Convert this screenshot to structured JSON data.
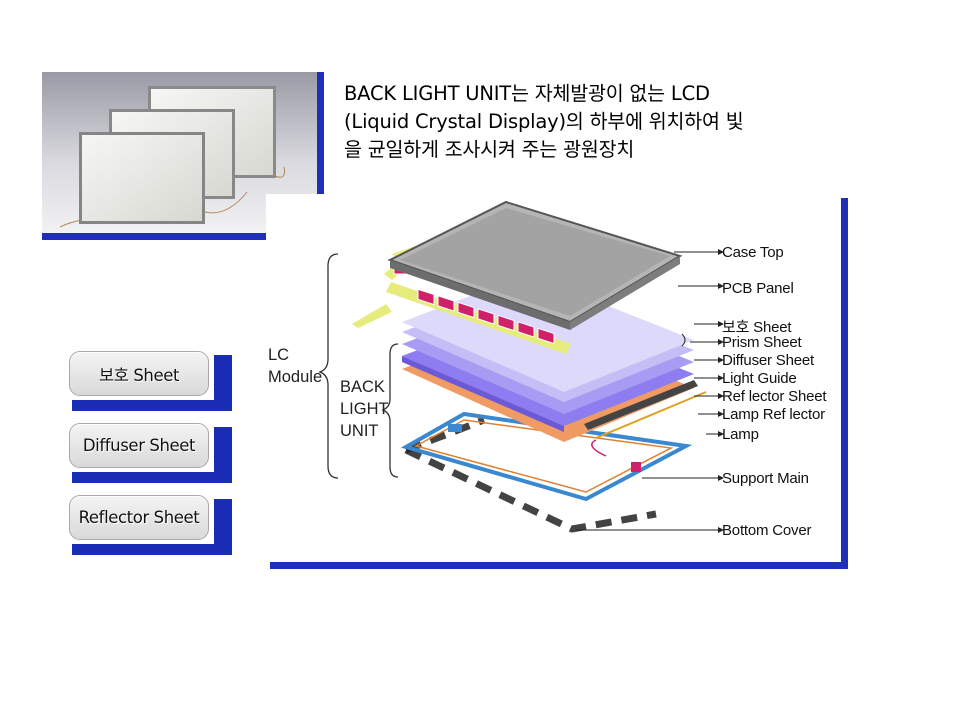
{
  "description": {
    "line1": " BACK LIGHT UNIT는 자체발광이 없는 LCD",
    "line2": "(Liquid Crystal Display)의 하부에 위치하여 빛",
    "line3": "을 균일하게 조사시켜 주는 광원장치"
  },
  "buttons": [
    {
      "label": "보호 Sheet"
    },
    {
      "label": "Diffuser Sheet"
    },
    {
      "label": "Reflector Sheet"
    }
  ],
  "diagram": {
    "group_lc": [
      "LC",
      "Module"
    ],
    "group_blu": [
      "BACK",
      "LIGHT",
      "UNIT"
    ],
    "callouts": [
      "Case Top",
      "PCB Panel",
      "보호 Sheet",
      "Prism Sheet",
      "Diffuser Sheet",
      "Light Guide",
      "Ref lector Sheet",
      "Lamp Ref lector",
      "Lamp",
      "Support Main",
      "Bottom Cover"
    ]
  },
  "colors": {
    "frame_blue": "#1f2fb8",
    "prism_sheet": "#b8b8f4",
    "light_guide": "#8d7df0",
    "reflector_sheet": "#f09a64",
    "case_top": "#a7a7a7",
    "pcb_magenta": "#d0206a",
    "support_main": "#3a88d0"
  }
}
